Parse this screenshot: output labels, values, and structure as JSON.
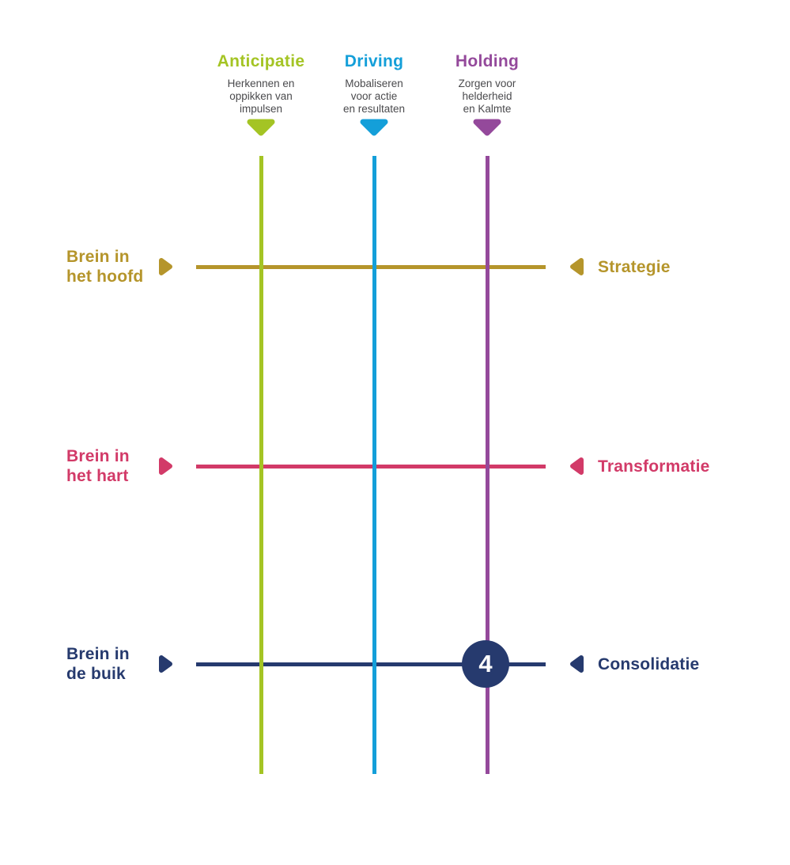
{
  "diagram": {
    "columns": [
      {
        "label": "Anticipatie",
        "subtitle": "Herkennen en\noppikken van\nimpulsen",
        "color": "#a4c424",
        "marker": "triangle-down-icon"
      },
      {
        "label": "Driving",
        "subtitle": "Mobaliseren\nvoor actie\nen resultaten",
        "color": "#149fd9",
        "marker": "triangle-down-icon"
      },
      {
        "label": "Holding",
        "subtitle": "Zorgen voor\nhelderheid\nen Kalmte",
        "color": "#94499b",
        "marker": "triangle-down-icon"
      }
    ],
    "rows": [
      {
        "left_label": "Brein in\nhet hoofd",
        "right_label": "Strategie",
        "color": "#b5952b"
      },
      {
        "left_label": "Brein in\nhet hart",
        "right_label": "Transformatie",
        "color": "#d23a68"
      },
      {
        "left_label": "Brein in\nde buik",
        "right_label": "Consolidatie",
        "color": "#263a6e"
      }
    ],
    "badge": {
      "value": "4",
      "row": "Consolidatie",
      "column": "Holding",
      "background_color": "#263a6e",
      "text_color": "#ffffff"
    },
    "subtitle_text_color": "#4a4a4d",
    "background_color": "#ffffff"
  }
}
